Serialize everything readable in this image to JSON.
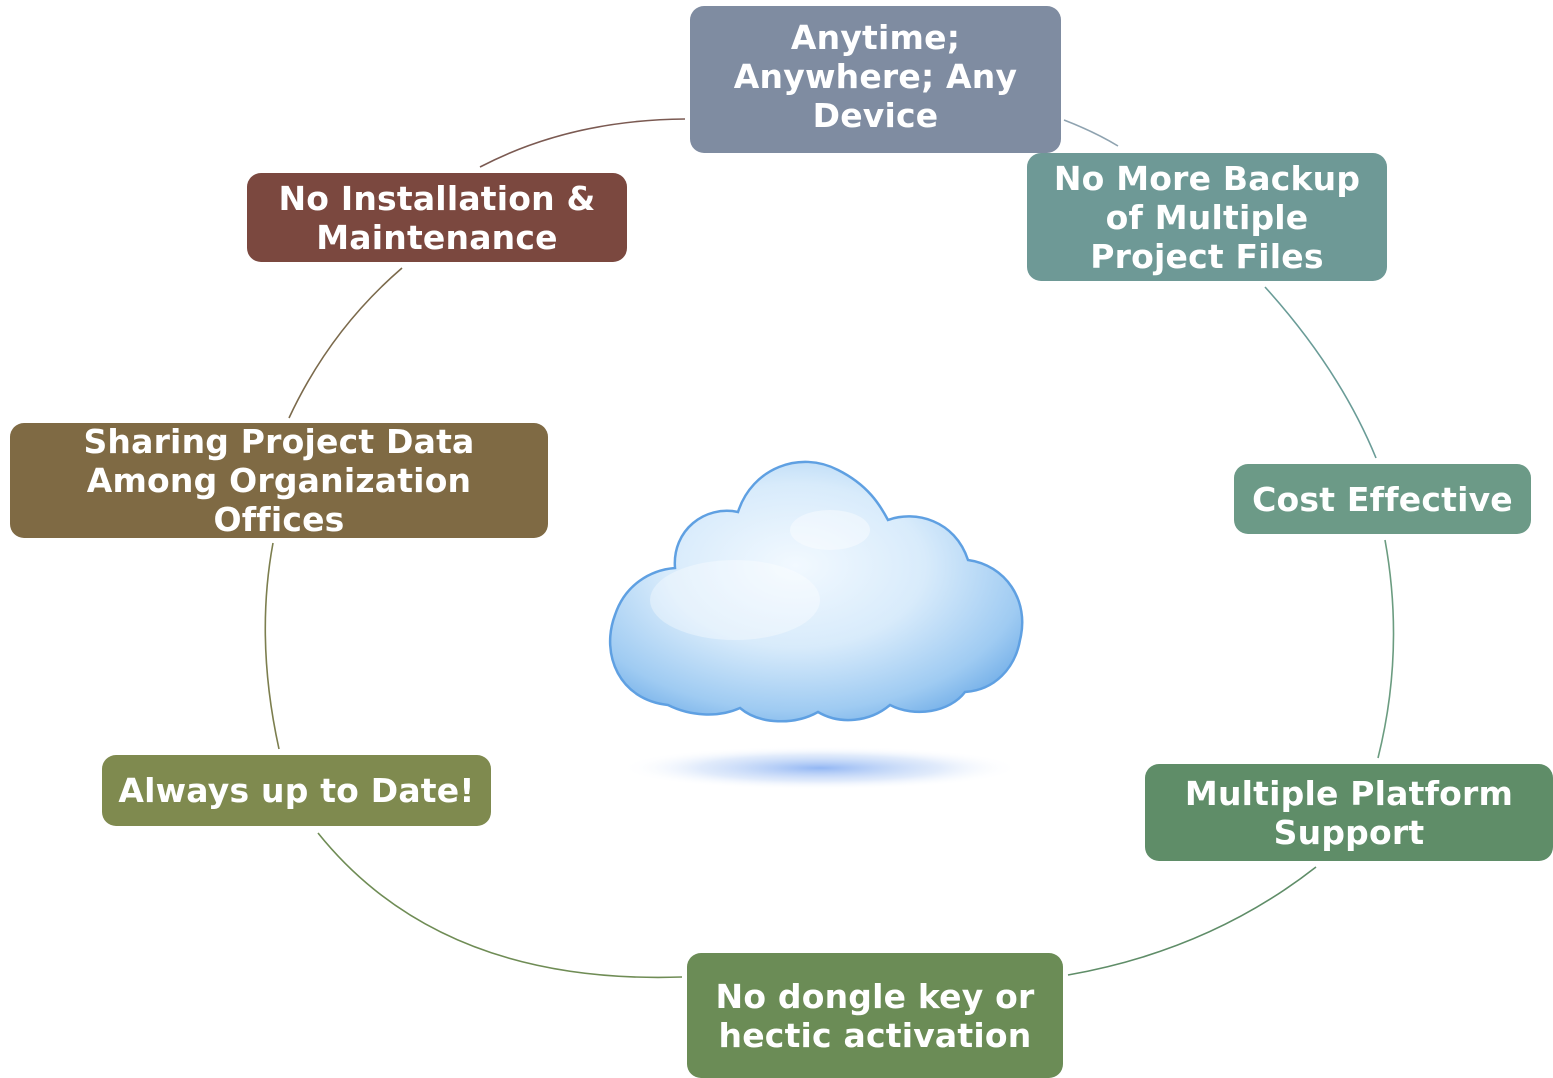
{
  "nodes": {
    "anytime": {
      "label": "Anytime;\nAnywhere; Any\nDevice",
      "color": "#7f8ca1"
    },
    "backup": {
      "label": "No More Backup\nof Multiple\nProject Files",
      "color": "#6e9996"
    },
    "cost": {
      "label": "Cost Effective",
      "color": "#6c9a87"
    },
    "platform": {
      "label": "Multiple Platform\nSupport",
      "color": "#5f8d68"
    },
    "dongle": {
      "label": "No dongle key or\nhectic activation",
      "color": "#6b8c56"
    },
    "date": {
      "label": "Always up to Date!",
      "color": "#7f8a4f"
    },
    "sharing": {
      "label": "Sharing Project Data\nAmong Organization\nOffices",
      "color": "#7f6a44"
    },
    "install": {
      "label": "No Installation &\nMaintenance",
      "color": "#7b483f"
    }
  },
  "center_icon": "cloud-icon"
}
